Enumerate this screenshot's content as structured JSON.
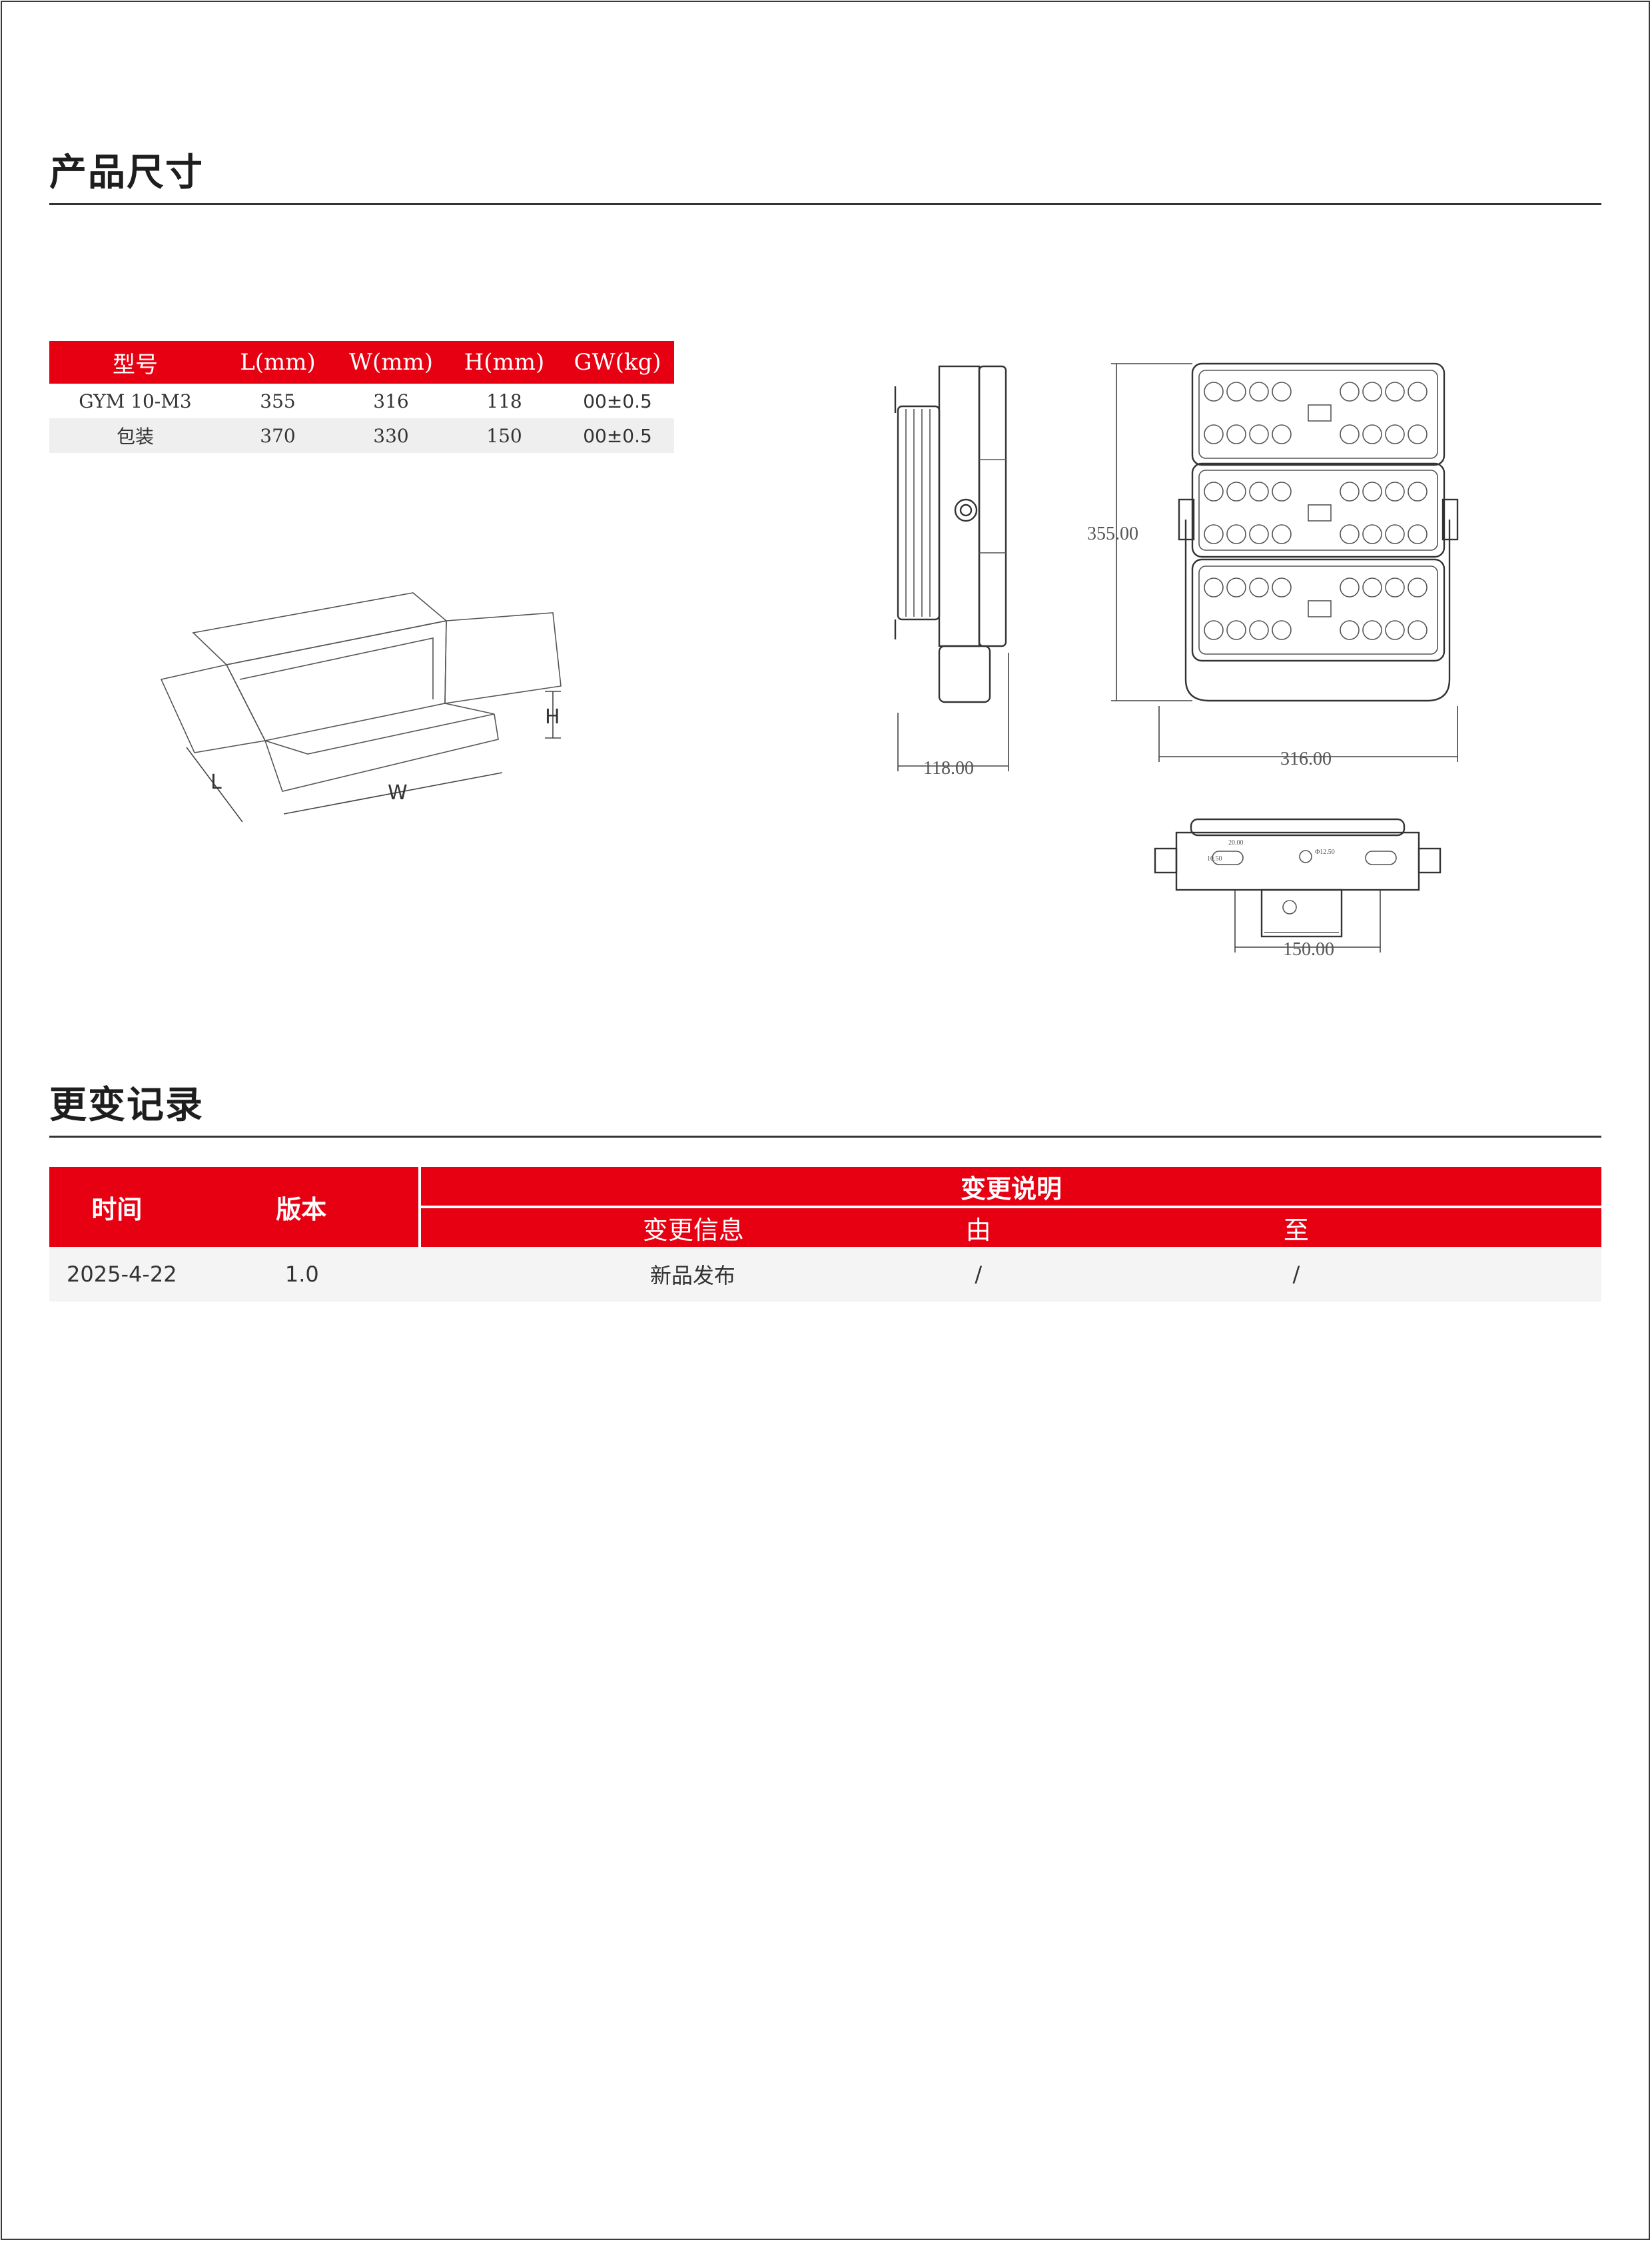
{
  "section1": {
    "title": "产品尺寸"
  },
  "spec_table": {
    "headers": [
      "型号",
      "L(mm)",
      "W(mm)",
      "H(mm)",
      "GW(kg)"
    ],
    "rows": [
      [
        "GYM 10-M3",
        "355",
        "316",
        "118",
        "00±0.5"
      ],
      [
        "包装",
        "370",
        "330",
        "150",
        "00±0.5"
      ]
    ]
  },
  "box_labels": {
    "length": "L",
    "width": "W",
    "height": "H"
  },
  "drawing_dims": {
    "side_depth": "118.00",
    "front_height": "355.00",
    "front_width": "316.00",
    "bottom_width": "150.00",
    "small_a": "20.00",
    "small_b": "10.50",
    "small_c": "Φ12.50"
  },
  "section2": {
    "title": "更变记录"
  },
  "change_table": {
    "h_time": "时间",
    "h_version": "版本",
    "h_desc": "变更说明",
    "h_info": "变更信息",
    "h_from": "由",
    "h_to": "至",
    "rows": [
      {
        "time": "2025-4-22",
        "version": "1.0",
        "info": "新品发布",
        "from": "/",
        "to": "/"
      }
    ]
  }
}
